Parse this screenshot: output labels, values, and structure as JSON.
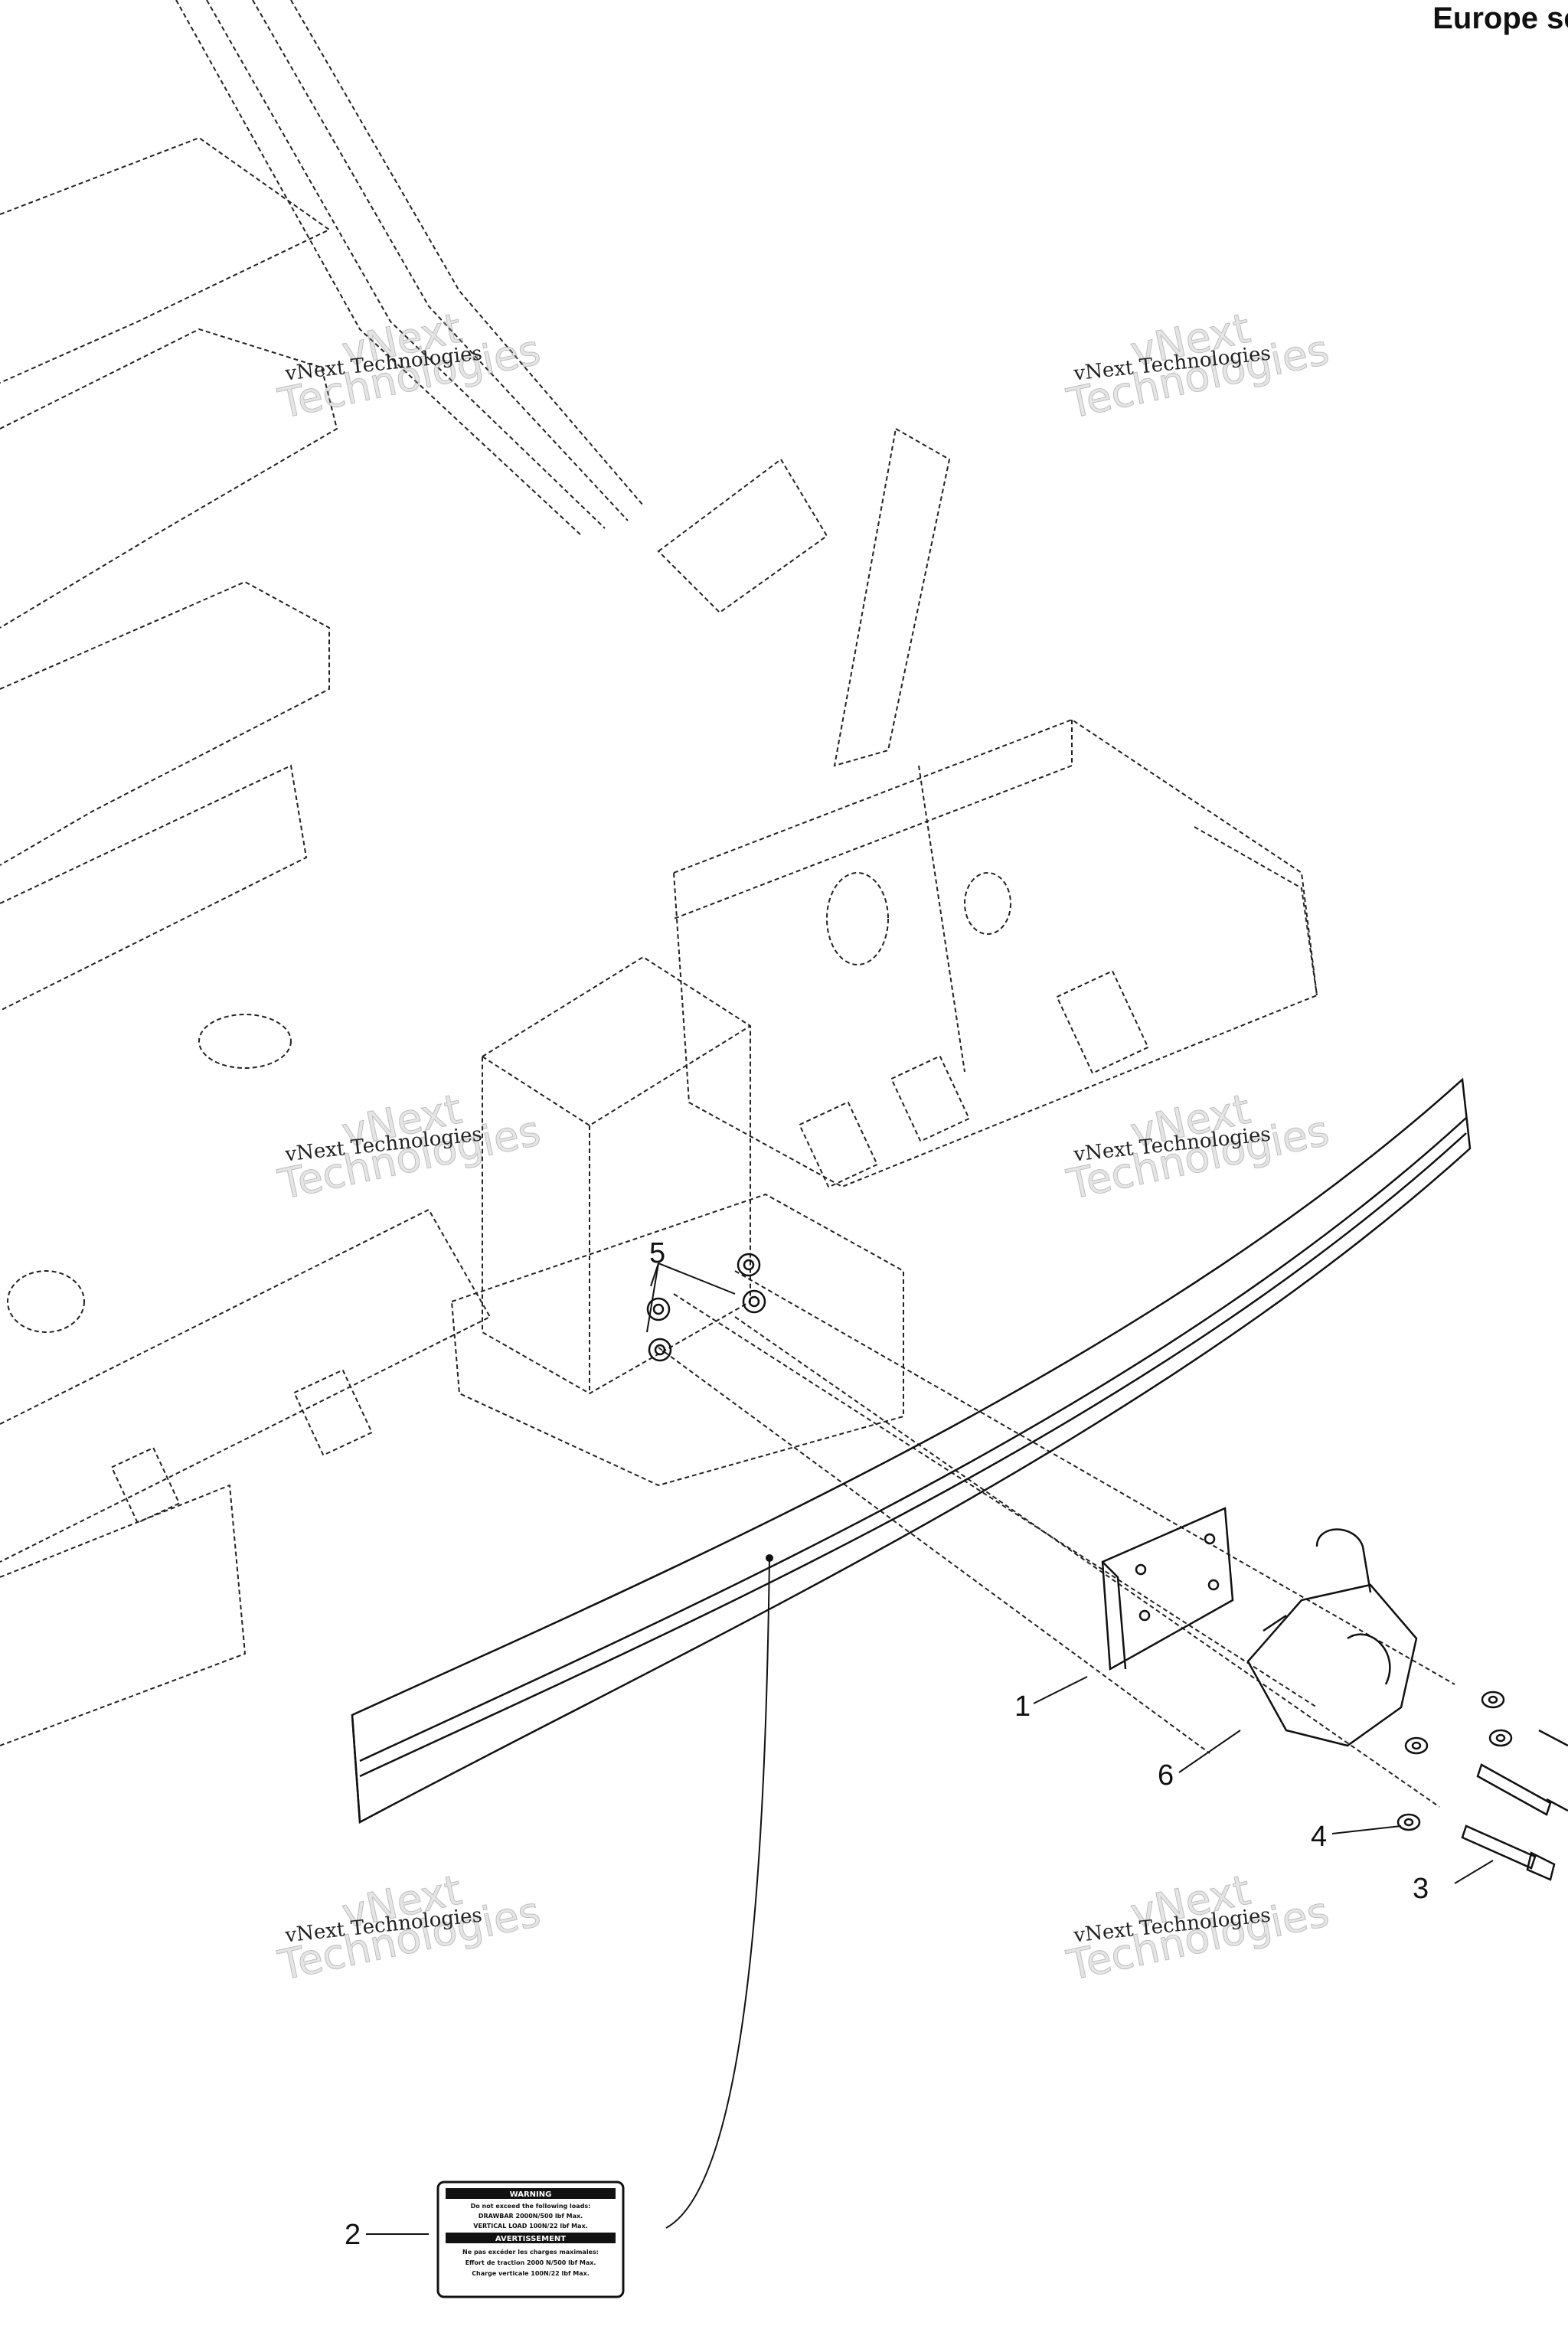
{
  "header": {
    "region_note": "Europe seulem"
  },
  "callouts": [
    {
      "label": "1"
    },
    {
      "label": "2"
    },
    {
      "label": "3"
    },
    {
      "label": "4"
    },
    {
      "label": "5"
    },
    {
      "label": "6"
    }
  ],
  "watermark": {
    "line_small": "vNext Technologies",
    "line_big_a": "vNext",
    "line_big_b": "Technologies"
  },
  "decal": {
    "warning_title": "WARNING",
    "warning_line1": "Do not exceed the following loads:",
    "warning_line2": "DRAWBAR 2000N/500 lbf Max.",
    "warning_line3": "VERTICAL LOAD 100N/22 lbf Max.",
    "avert_title": "AVERTISSEMENT",
    "avert_line1": "Ne pas excéder les charges maximales:",
    "avert_line2": "Effort de traction 2000 N/500 lbf Max.",
    "avert_line3": "Charge verticale 100N/22 lbf Max."
  },
  "colors": {
    "line": "#222222",
    "background": "#ffffff",
    "watermark": "#a0a0a0"
  }
}
